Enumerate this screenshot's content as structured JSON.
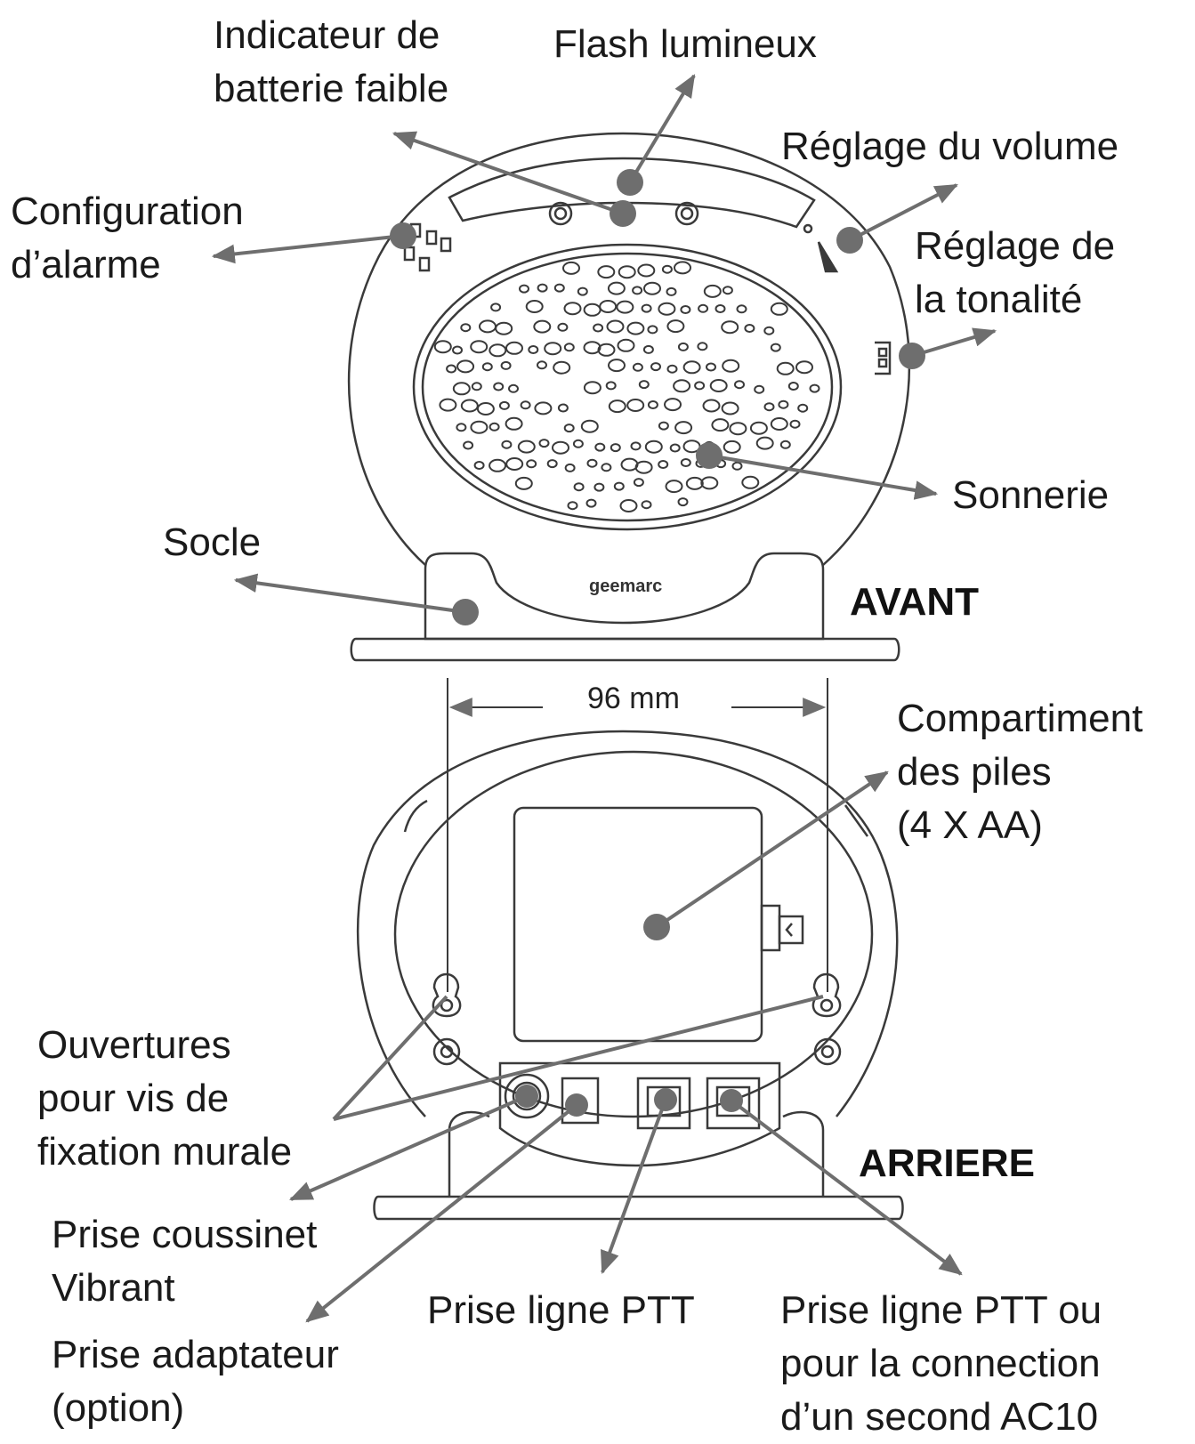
{
  "views": {
    "front": "AVANT",
    "back": "ARRIERE"
  },
  "dimension": "96 mm",
  "brand": "geemarc",
  "labels": {
    "low_battery": [
      "Indicateur de",
      "batterie faible"
    ],
    "flash": [
      "Flash lumineux"
    ],
    "volume": [
      "Réglage du volume"
    ],
    "alarm_config": [
      "Configuration",
      "d’alarme"
    ],
    "tone": [
      "Réglage de",
      "la tonalité"
    ],
    "ringer": [
      "Sonnerie"
    ],
    "base": [
      "Socle"
    ],
    "battery_compartment": [
      "Compartiment",
      "des piles",
      "(4 X AA)"
    ],
    "wall_mount": [
      "Ouvertures",
      "pour vis de",
      "fixation murale"
    ],
    "vibrating_pad": [
      "Prise coussinet",
      "Vibrant"
    ],
    "phone_line": [
      "Prise ligne PTT"
    ],
    "adapter": [
      "Prise adaptateur",
      "(option)"
    ],
    "phone_line_second": [
      "Prise ligne PTT ou",
      "pour la connection",
      "d’un second AC10"
    ]
  },
  "colors": {
    "line": "#3a3a3a",
    "marker": "#6e6e6e",
    "text": "#1a1a1a"
  }
}
